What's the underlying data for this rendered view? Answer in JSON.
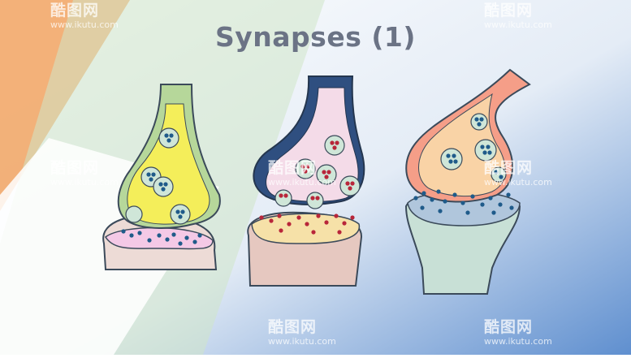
{
  "slide": {
    "title": "Synapses (1)"
  },
  "watermark": {
    "logo": "酷图网",
    "url": "www.ikutu.com"
  },
  "diagram": {
    "panel_count": 3,
    "vesicle_colors": [
      "#1f5b8a",
      "#b8263a",
      "#1f5b8a"
    ]
  }
}
